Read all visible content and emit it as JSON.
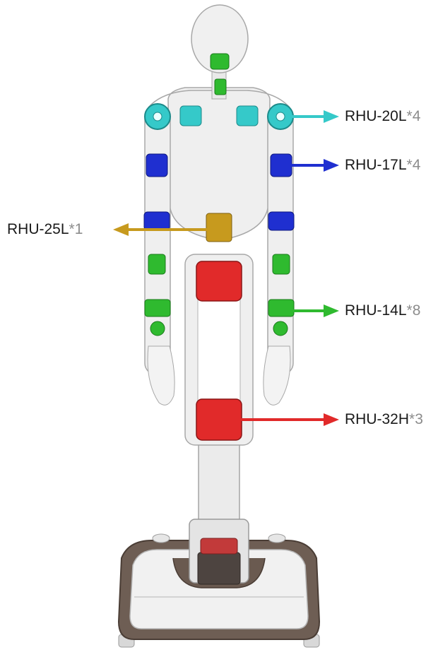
{
  "colors": {
    "cyan": "#35c9c9",
    "blue": "#1f2fd0",
    "gold": "#c79a1e",
    "green": "#2fba2f",
    "red": "#e12a2a",
    "body": "#ececec",
    "outline": "#a8a8a8",
    "base_dark": "#5a4a40"
  },
  "callouts": [
    {
      "model": "RHU-20L",
      "qty": "*4",
      "color": "cyan"
    },
    {
      "model": "RHU-17L",
      "qty": "*4",
      "color": "blue"
    },
    {
      "model": "RHU-25L",
      "qty": "*1",
      "color": "gold"
    },
    {
      "model": "RHU-14L",
      "qty": "*8",
      "color": "green"
    },
    {
      "model": "RHU-32H",
      "qty": "*3",
      "color": "red"
    }
  ]
}
